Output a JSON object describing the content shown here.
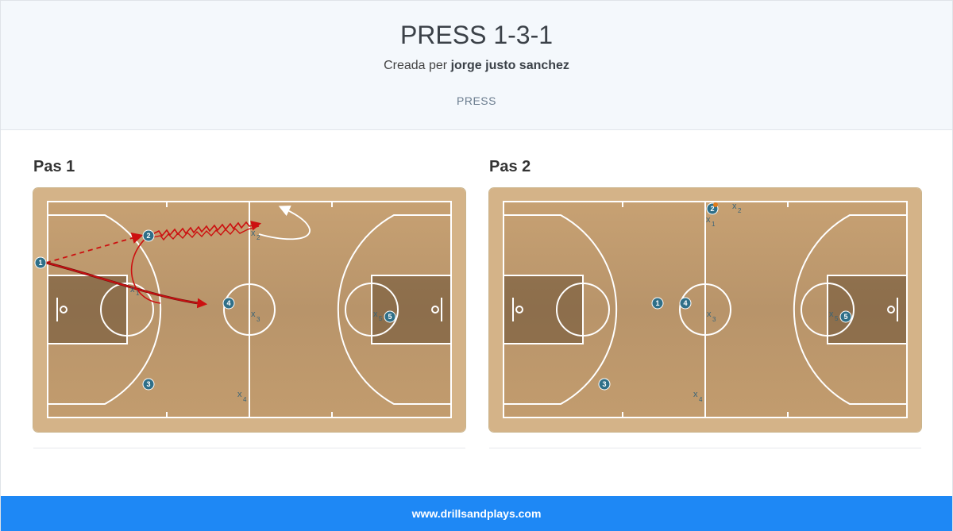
{
  "header": {
    "title": "PRESS 1-3-1",
    "author_prefix": "Creada per",
    "author_name": "jorge justo sanchez",
    "tag": "PRESS"
  },
  "steps": [
    {
      "title": "Pas 1",
      "players": [
        {
          "label": "1"
        },
        {
          "label": "2"
        },
        {
          "label": "3"
        },
        {
          "label": "4"
        },
        {
          "label": "5"
        }
      ],
      "defenders": [
        {
          "label": "x",
          "sub": "1"
        },
        {
          "label": "x",
          "sub": "2"
        },
        {
          "label": "x",
          "sub": "3"
        },
        {
          "label": "x",
          "sub": "4"
        },
        {
          "label": "x",
          "sub": "5"
        }
      ]
    },
    {
      "title": "Pas 2",
      "players": [
        {
          "label": "1"
        },
        {
          "label": "2"
        },
        {
          "label": "3"
        },
        {
          "label": "4"
        },
        {
          "label": "5"
        }
      ],
      "defenders": [
        {
          "label": "x",
          "sub": "1"
        },
        {
          "label": "x",
          "sub": "2"
        },
        {
          "label": "x",
          "sub": "3"
        },
        {
          "label": "x",
          "sub": "4"
        },
        {
          "label": "x",
          "sub": "5"
        }
      ]
    }
  ],
  "colors": {
    "court": "#c9a274",
    "player": "#2f6f88",
    "defender": "#3a6478",
    "move": "#cc1010",
    "pass": "#cc1010",
    "cut": "#ffffff"
  },
  "footer": {
    "url": "www.drillsandplays.com"
  }
}
